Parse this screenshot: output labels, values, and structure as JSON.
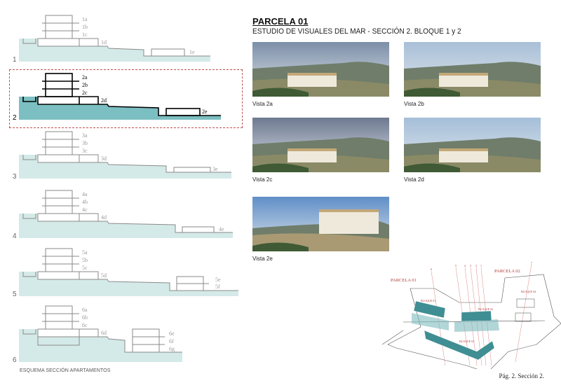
{
  "header": {
    "title": "PARCELA 01",
    "subtitle": "ESTUDIO DE VISUALES DEL MAR - SECCIÓN 2. BLOQUE 1 y 2"
  },
  "sections": [
    {
      "number": "1",
      "labels": [
        "1a",
        "1b",
        "1c",
        "1d",
        "1e"
      ],
      "highlighted": false
    },
    {
      "number": "2",
      "labels": [
        "2a",
        "2b",
        "2c",
        "2d",
        "2e"
      ],
      "highlighted": true
    },
    {
      "number": "3",
      "labels": [
        "3a",
        "3b",
        "3c",
        "3d",
        "3e"
      ],
      "highlighted": false
    },
    {
      "number": "4",
      "labels": [
        "4a",
        "4b",
        "4c",
        "4d",
        "4e"
      ],
      "highlighted": false
    },
    {
      "number": "5",
      "labels": [
        "5a",
        "5b",
        "5c",
        "5d",
        "5e",
        "5f"
      ],
      "highlighted": false
    },
    {
      "number": "6",
      "labels": [
        "6a",
        "6b",
        "6c",
        "6d",
        "6e",
        "6f",
        "6g"
      ],
      "highlighted": false
    }
  ],
  "sections_caption": "ESQUEMA SECCIÓN APARTAMENTOS",
  "views": [
    {
      "label": "Vista 2a"
    },
    {
      "label": "Vista 2b"
    },
    {
      "label": "Vista 2c"
    },
    {
      "label": "Vista 2d"
    },
    {
      "label": "Vista 2e"
    }
  ],
  "plan": {
    "parcela_01": "PARCELA 01",
    "parcela_02": "PARCELA 02",
    "bloques": [
      "BLOQUE 01",
      "BLOQUE 02",
      "BLOQUE 03",
      "BLOQUE 04"
    ],
    "section_lines": [
      "6",
      "5",
      "4",
      "3",
      "2",
      "1",
      "7"
    ]
  },
  "footer": {
    "page": "Pág. 2. Sección 2."
  },
  "colors": {
    "ground_light": "#d4eae8",
    "ground_highlight": "#7cbfc2",
    "accent_red": "#c0504d",
    "block_teal": "#3f8e93"
  }
}
